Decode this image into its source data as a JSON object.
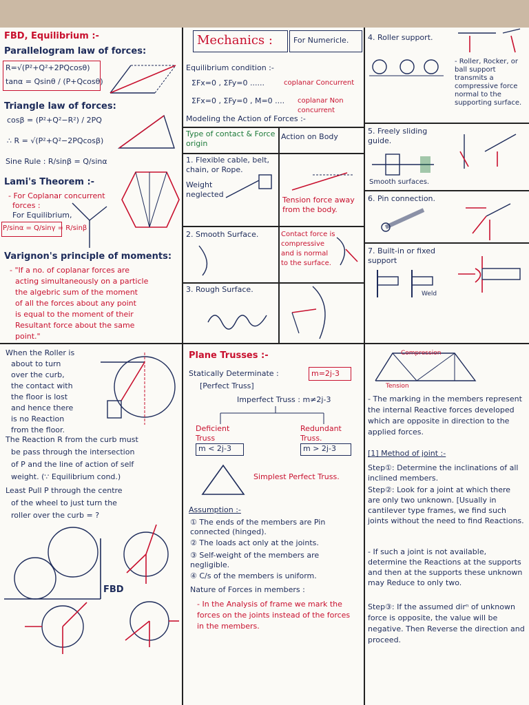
{
  "header": {
    "fbd_title": "FBD, Equilibrium :-",
    "mech_title": "Mechanics :",
    "for_numericals": "For Numericle."
  },
  "col1": {
    "parallelogram_title": "Parallelogram law of forces:",
    "formula_R": "R=√(P²+Q²+2PQcosθ)",
    "formula_tan": "tanα = Qsinθ / (P+Qcosθ)",
    "triangle_title": "Triangle law of forces:",
    "triangle_cos": "cosβ = (P²+Q²−R²) / 2PQ",
    "triangle_R": "∴ R = √(P²+Q²−2PQcosβ)",
    "sine_rule": "Sine Rule : R/sinβ = Q/sinα",
    "lami_title": "Lami's Theorem :-",
    "lami_note1": "- For Coplanar concurrent",
    "lami_note2": "forces :",
    "lami_eq": "For Equilibrium,",
    "lami_formula": "P/sinα = Q/sinγ = R/sinβ",
    "varignon_title": "Varignon's principle of moments:",
    "varignon_text": [
      "- \"If a no. of coplanar forces are",
      "acting simultaneously on a particle",
      "the algebric sum of the moment",
      "of all the forces about any point",
      "is equal to the moment of their",
      "Resultant force about the same",
      "point.\""
    ]
  },
  "col2": {
    "equilibrium_title": "Equilibrium condition :-",
    "eq1": "ΣFx=0 , ΣFy=0 ......",
    "eq1_note": "coplanar Concurrent",
    "eq2": "ΣFx=0 , ΣFy=0 , M=0 ....",
    "eq2_note": "coplanar Non concurrent",
    "modeling": "Modeling the Action of Forces :-",
    "table_head1": "Type of contact & Force origin",
    "table_head2": "Action on Body",
    "row1_type": "1. Flexible cable, belt, chain, or Rope.",
    "row1_sub": "Weight neglected",
    "row1_action": "Tension force away from the body.",
    "row2_type": "2. Smooth Surface.",
    "row2_action": "Contact force is compressive and is normal to the surface.",
    "row3_type": "3. Rough Surface."
  },
  "col3": {
    "s4": "4. Roller support.",
    "s4_text": "- Roller, Rocker, or ball support transmits a compressive force normal to the supporting surface.",
    "s5": "5. Freely sliding guide.",
    "s5_sub": "Smooth surfaces.",
    "s6": "6. Pin connection.",
    "s7": "7. Built-in or fixed support",
    "weld": "Weld"
  },
  "bottom_left": {
    "roller_text": [
      "When the Roller is",
      "about to turn",
      "over the curb,",
      "the contact with",
      "the floor is lost",
      "and hence there",
      "is no Reaction",
      "from the floor."
    ],
    "reaction_text": [
      "The Reaction R from the curb must",
      "be pass through the intersection",
      "of P and the line of action of self",
      "weight. (∵ Equilibrium cond.)"
    ],
    "least_text": [
      "Least Pull P through the centre",
      "of the wheel to just turn the",
      "roller over the curb = ?"
    ],
    "fbd": "FBD"
  },
  "trusses": {
    "title": "Plane Trusses :-",
    "determinate": "Statically Determinate :",
    "perfect": "[Perfect Truss]",
    "m_eq": "m=2j-3",
    "imperfect": "Imperfect Truss : m≠2j-3",
    "deficient": "Deficient Truss",
    "redundant": "Redundant Truss.",
    "def_eq": "m < 2j-3",
    "red_eq": "m > 2j-3",
    "simplest": "Simplest Perfect Truss.",
    "assumption": "Assumption :-",
    "assume_items": [
      "① The ends of the members are Pin connected (hinged).",
      "② The loads act only at the joints.",
      "③ Self-weight of the members are negligible.",
      "④ C/s of the members is uniform."
    ],
    "nature": "Nature of Forces in members :",
    "analysis": "- In the Analysis of frame we mark the forces on the joints instead of the forces in the members."
  },
  "right_bottom": {
    "compression": "Compression",
    "tension": "Tension",
    "marking": "- The marking in the members represent the internal Reactive forces developed which are opposite in direction to the applied forces.",
    "method": "[1] Method of joint :-",
    "step1": "Step①: Determine the inclinations of all inclined members.",
    "step2": "Step②: Look for a joint at which there are only two unknown. [Usually in cantilever type frames, we find such joints without the need to find Reactions.",
    "step2b": "- If such a joint is not available, determine the Reactions at the supports and then at the supports these unknown may Reduce to only two.",
    "step3": "Step③: If the assumed dirⁿ of unknown force is opposite, the value will be negative. Then Reverse the direction and proceed."
  }
}
